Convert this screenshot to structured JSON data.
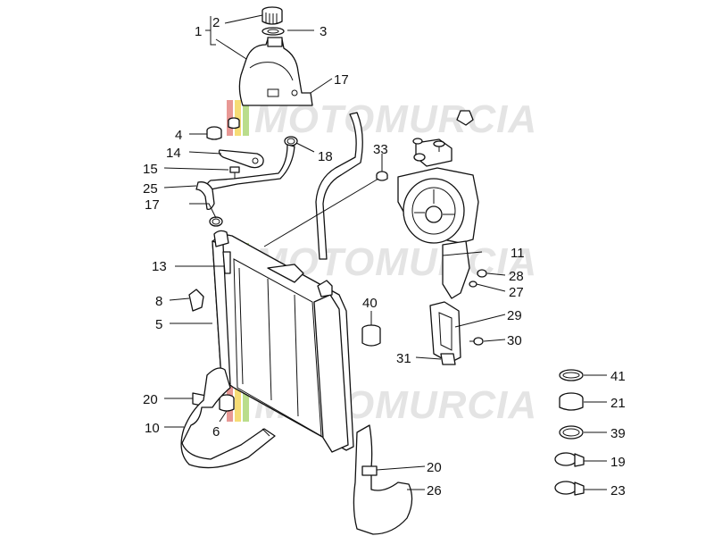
{
  "watermark": {
    "text": "MOTOMURCIA",
    "stripe_colors": [
      "#d9534f",
      "#f0c419",
      "#8cc63f"
    ]
  },
  "callouts": {
    "c1": "1",
    "c2": "2",
    "c3": "3",
    "c4": "4",
    "c5": "5",
    "c6": "6",
    "c8": "8",
    "c10": "10",
    "c11": "11",
    "c13": "13",
    "c14": "14",
    "c15": "15",
    "c17a": "17",
    "c17b": "17",
    "c18": "18",
    "c19": "19",
    "c20a": "20",
    "c20b": "20",
    "c21": "21",
    "c23": "23",
    "c25": "25",
    "c26": "26",
    "c27": "27",
    "c28": "28",
    "c29": "29",
    "c30": "30",
    "c31": "31",
    "c33": "33",
    "c39": "39",
    "c40": "40",
    "c41": "41"
  }
}
